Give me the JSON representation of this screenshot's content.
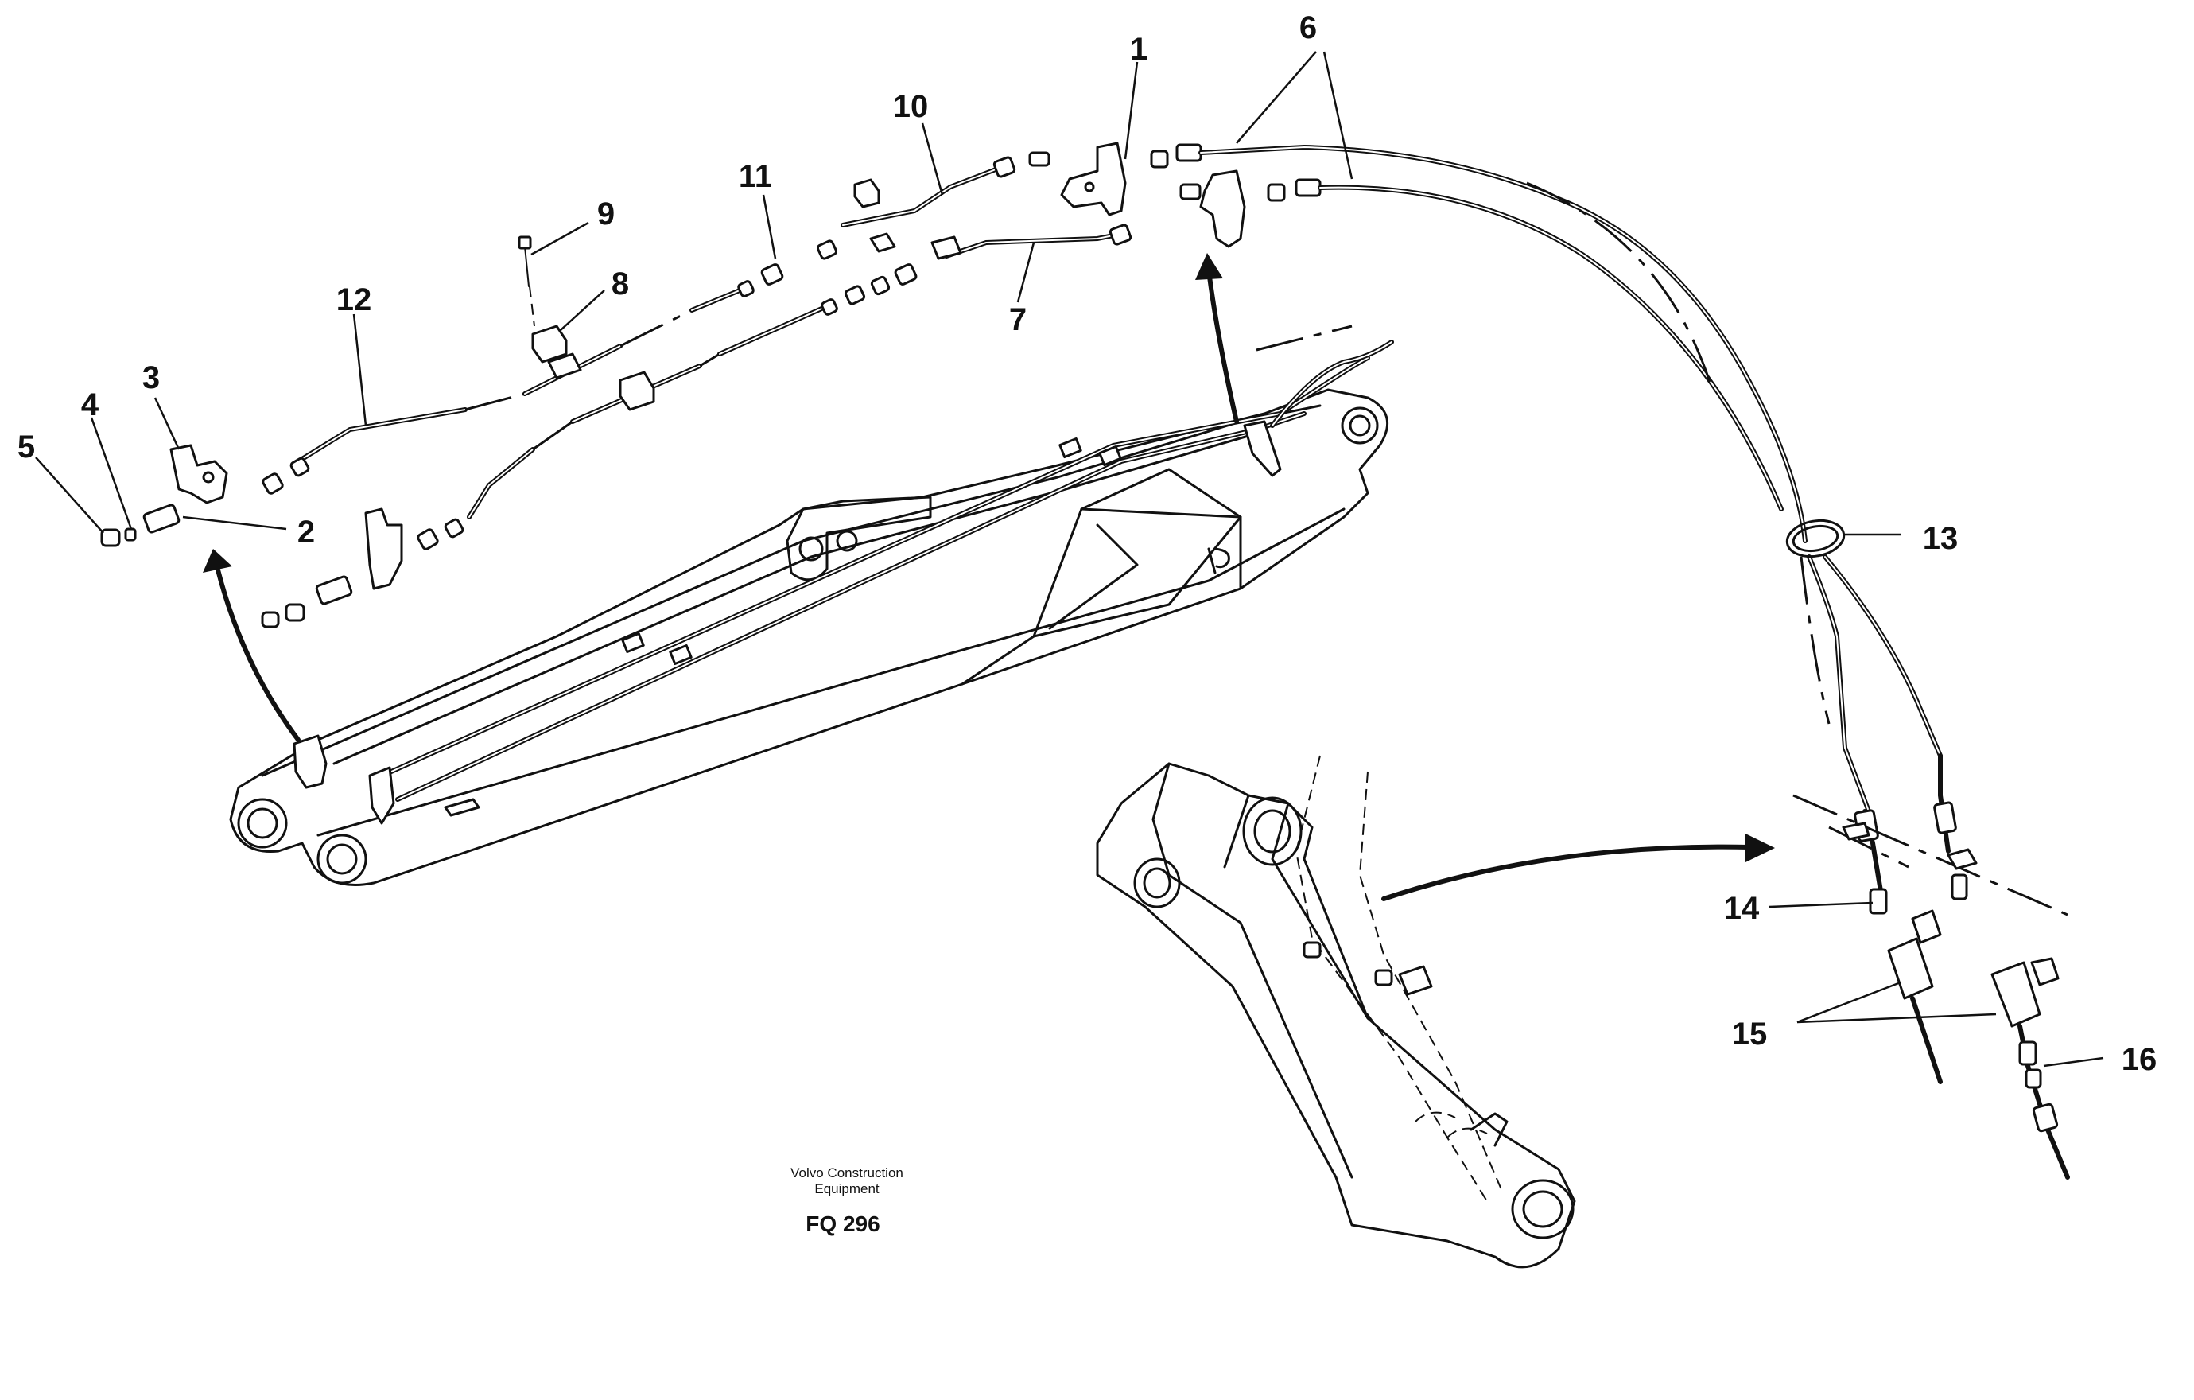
{
  "callouts": {
    "c1": "1",
    "c2": "2",
    "c3": "3",
    "c4": "4",
    "c5": "5",
    "c6": "6",
    "c7": "7",
    "c8": "8",
    "c9": "9",
    "c10": "10",
    "c11": "11",
    "c12": "12",
    "c13": "13",
    "c14": "14",
    "c15": "15",
    "c16": "16"
  },
  "footer": {
    "company_line1": "Volvo Construction",
    "company_line2": "Equipment",
    "drawing_code": "FQ 296"
  }
}
